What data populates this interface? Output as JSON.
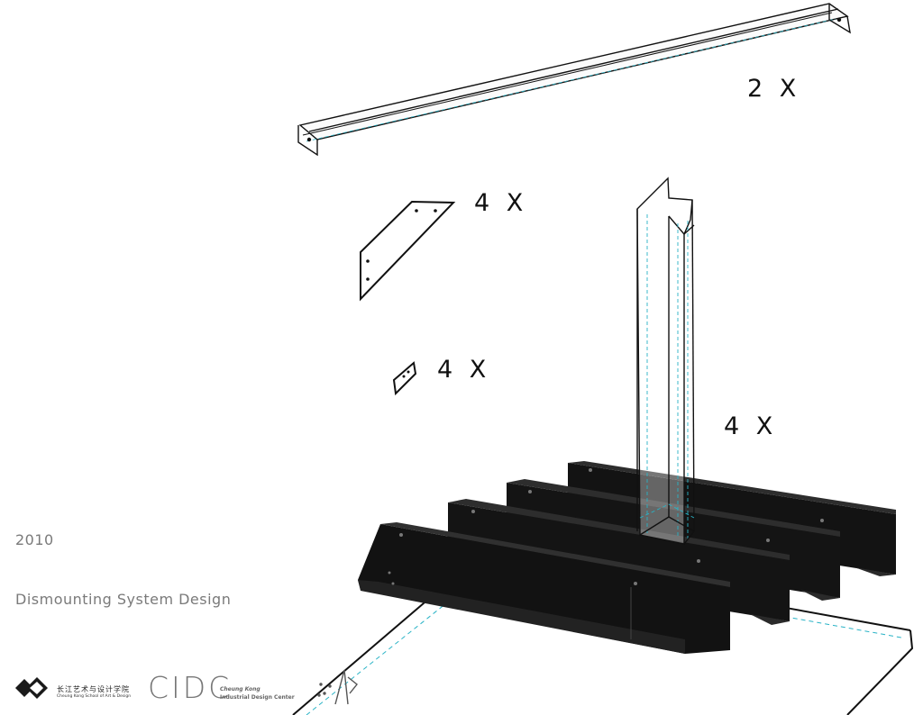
{
  "quantities": {
    "crossbeam": "2 X",
    "bracket": "4 X",
    "small_plate": "4 X",
    "post": "4 X"
  },
  "caption": {
    "year": "2010",
    "title": "Dismounting System Design"
  },
  "logos": {
    "school_zh": "长江艺术与设计学院",
    "school_en": "Cheung Kong School of Art & Design",
    "cidc": "CIDC",
    "cidc_line1": "Cheung Kong",
    "cidc_line2": "Industrial Design Center"
  },
  "colors": {
    "line": "#111111",
    "hidden_line": "#29b3c6",
    "channel_dark": "#131313",
    "channel_mid": "#2a2a2a",
    "caption": "#7a7a7a"
  }
}
